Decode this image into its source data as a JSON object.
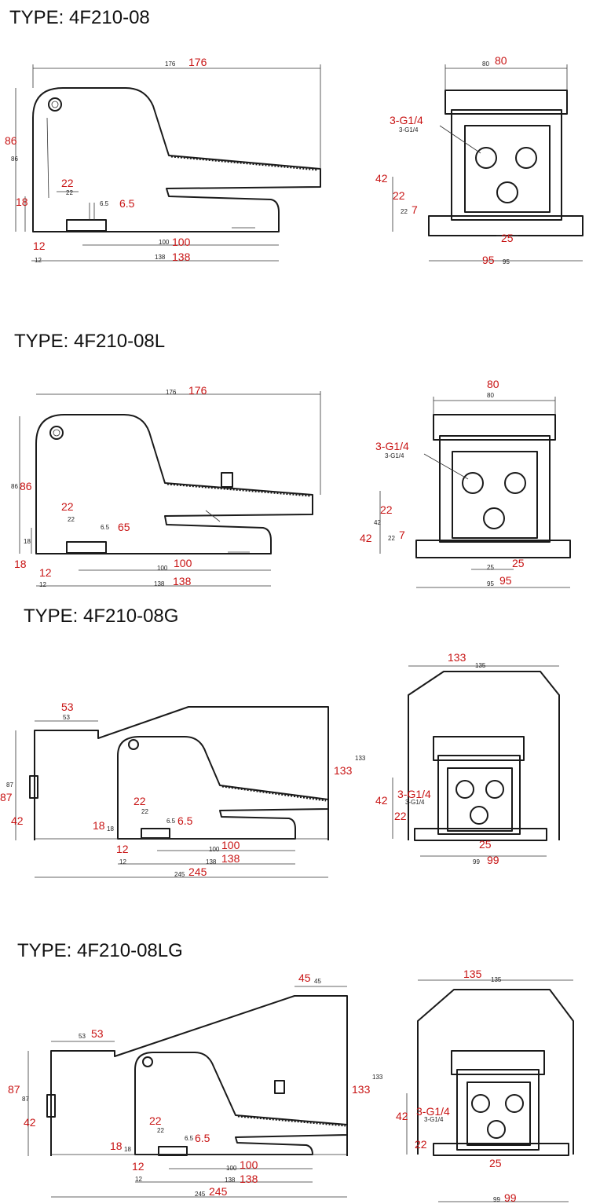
{
  "sections": [
    {
      "type_label": "TYPE: 4F210-08",
      "side": {
        "overall": "176",
        "height": "86",
        "foot_h": "18",
        "base": "12",
        "lip": "22",
        "offset": "6.5",
        "inner": "100",
        "length": "138"
      },
      "front": {
        "width": "80",
        "port": "3-G1/4",
        "h": "42",
        "mid": "22",
        "low": "7",
        "spacing": "25",
        "base": "95"
      }
    },
    {
      "type_label": "TYPE: 4F210-08L",
      "side": {
        "overall": "176",
        "height": "86",
        "foot_h": "18",
        "base": "12",
        "lip": "22",
        "offset": "65",
        "offset_small": "6.5",
        "inner": "100",
        "length": "138"
      },
      "front": {
        "width": "80",
        "port": "3-G1/4",
        "h": "42",
        "mid": "22",
        "low": "7",
        "spacing": "25",
        "base": "95"
      }
    },
    {
      "type_label": "TYPE: 4F210-08G",
      "side": {
        "top": "53",
        "height": "87",
        "bolt": "42",
        "foot_h": "18",
        "base": "12",
        "lip": "22",
        "offset": "6.5",
        "inner": "100",
        "length": "138",
        "overall": "245",
        "cover_h": "133"
      },
      "front": {
        "width": "133",
        "width_small": "135",
        "port": "3-G1/4",
        "h": "42",
        "mid": "22",
        "spacing": "25",
        "base": "99"
      }
    },
    {
      "type_label": "TYPE: 4F210-08LG",
      "side": {
        "top": "53",
        "top2": "45",
        "height": "87",
        "bolt": "42",
        "foot_h": "18",
        "base": "12",
        "lip": "22",
        "offset": "6.5",
        "inner": "100",
        "length": "138",
        "overall": "245",
        "cover_h": "133"
      },
      "front": {
        "width": "135",
        "port": "3-G1/4",
        "h": "42",
        "mid": "22",
        "spacing": "25",
        "base": "99"
      }
    }
  ]
}
